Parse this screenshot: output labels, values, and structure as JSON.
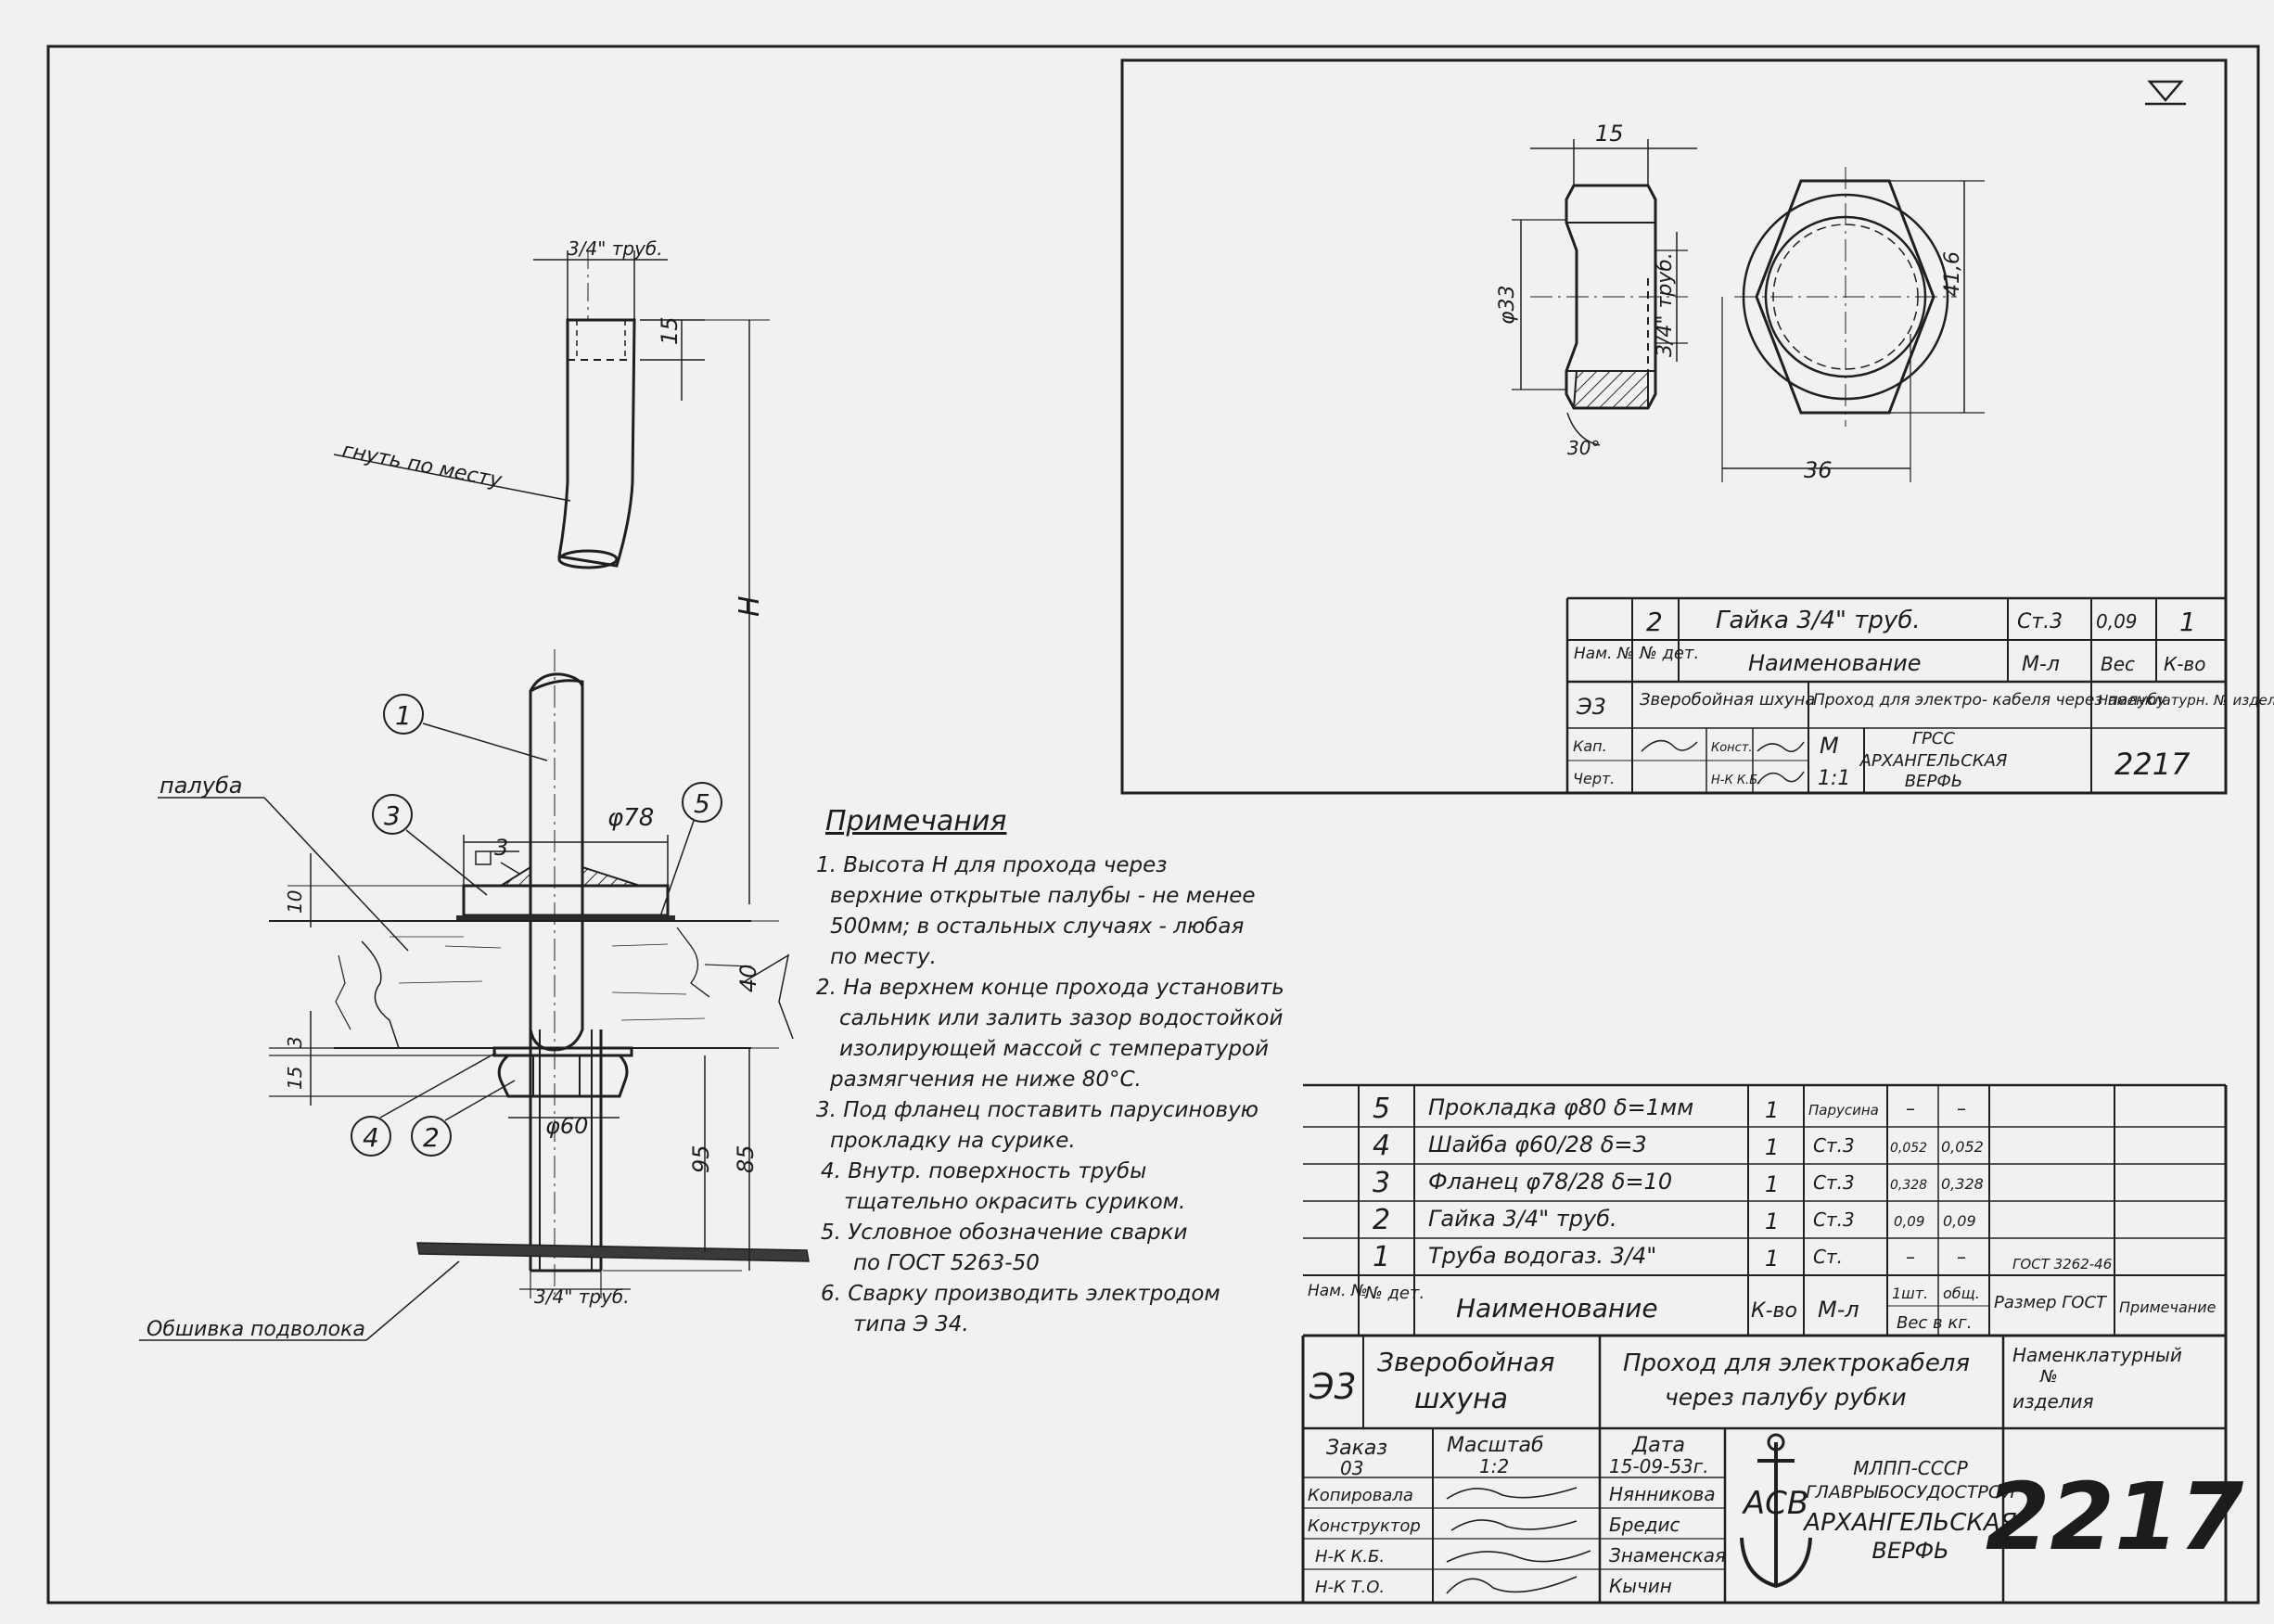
{
  "colors": {
    "paper": "#f1f1ef",
    "ink": "#1f1f1f",
    "pencil": "#3a3a3a"
  },
  "assembly": {
    "dims": {
      "pipe_top": "3/4\" труб.",
      "pipe_bottom": "3/4\" труб.",
      "thread_len": "15",
      "height": "H",
      "flange_dia": "φ78",
      "nut_dia": "φ60",
      "weld": "3",
      "deck_thk": "10",
      "deck_gap": "40",
      "washer": "3",
      "nut_h": "15",
      "dim95": "95",
      "dim85": "85"
    },
    "labels": {
      "bend": "гнуть по месту",
      "deck": "палуба",
      "ceiling": "Обшивка подволока"
    },
    "callouts": [
      "1",
      "2",
      "3",
      "4",
      "5"
    ]
  },
  "notes": {
    "title": "Примечания",
    "lines": [
      "1. Высота  Н для прохода через",
      "верхние открытые палубы - не менее",
      "500мм; в остальных случаях - любая",
      "по месту.",
      "2. На верхнем конце прохода установить",
      "сальник или залить зазор водостойкой",
      "изолирующей массой с температурой",
      "размягчения не ниже 80°С.",
      "3. Под фланец поставить парусиновую",
      "прокладку на сурике.",
      "4. Внутр. поверхность трубы",
      "тщательно окрасить суриком.",
      "5. Условное обозначение сварки",
      "по ГОСТ  5263-50",
      "6. Сварку производить электродом",
      "типа  Э 34."
    ]
  },
  "nut_detail": {
    "dims": {
      "width": "15",
      "thread": "3/4\" труб.",
      "dia": "φ33",
      "chamfer": "30°",
      "across_corners": "41,6",
      "across_flats": "36"
    },
    "surface_mark": "∇",
    "table": {
      "row": {
        "num": "2",
        "name": "Гайка  3/4\" труб.",
        "material": "Ст.3",
        "weight": "0,09",
        "qty": "1"
      },
      "head": {
        "num": "Нам. №",
        "det": "№ дет.",
        "name": "Наименование",
        "material": "М-л",
        "weight": "Вес",
        "qty": "К-во"
      },
      "ship": "Э3",
      "ship_name": "Зверобойная шхуна",
      "title": "Проход для электро- кабеля через палубу",
      "nomencl": "Наменклатурн. № изделия",
      "roles": [
        "Кап.",
        "Черт."
      ],
      "roles2": [
        "Конст.",
        "Н-К К.Б."
      ],
      "m_label": "М",
      "scale": "1:1",
      "org": [
        "ГРСС",
        "АРХАНГЕЛЬСКАЯ",
        "ВЕРФЬ"
      ],
      "number": "2217"
    }
  },
  "spec": {
    "rows": [
      {
        "pos": "5",
        "name": "Прокладка φ80  δ=1мм",
        "qty": "1",
        "material": "Парусина",
        "w1": "–",
        "w2": "–",
        "note": ""
      },
      {
        "pos": "4",
        "name": "Шайба      φ60/28  δ=3",
        "qty": "1",
        "material": "Ст.3",
        "w1": "0,052",
        "w2": "0,052",
        "note": ""
      },
      {
        "pos": "3",
        "name": "Фланец    φ78/28  δ=10",
        "qty": "1",
        "material": "Ст.3",
        "w1": "0,328",
        "w2": "0,328",
        "note": ""
      },
      {
        "pos": "2",
        "name": "Гайка   3/4\" труб.",
        "qty": "1",
        "material": "Ст.3",
        "w1": "0,09",
        "w2": "0,09",
        "note": ""
      },
      {
        "pos": "1",
        "name": "Труба водогаз. 3/4\"",
        "qty": "1",
        "material": "Ст.",
        "w1": "–",
        "w2": "–",
        "note": "ГОСТ 3262-46"
      }
    ],
    "head": {
      "num": "Нам. №",
      "det": "№ дет.",
      "name": "Наименование",
      "qty": "К-во",
      "material": "М-л",
      "w1": "1шт.",
      "w2": "общ.",
      "wlabel": "Вес в кг.",
      "size": "Размер ГОСТ",
      "note": "Примечание"
    }
  },
  "title_block": {
    "ship": "Э3",
    "ship_name_1": "Зверобойная",
    "ship_name_2": "шхуна",
    "title_1": "Проход для электрокабеля",
    "title_2": "через   палубу рубки",
    "nomencl_1": "Наменклатурный",
    "nomencl_2": "№",
    "nomencl_3": "изделия",
    "order_label": "Заказ",
    "order_val": "03",
    "scale_label": "Масштаб",
    "scale_val": "1:2",
    "date_label": "Дата",
    "date_val": "15-09-53г.",
    "roles": [
      "Копировала",
      "Конструктор",
      "Н-К К.Б.",
      "Н-К Т.О."
    ],
    "names": [
      "Нянникова",
      "Бредис",
      "Знаменская",
      "Кычин"
    ],
    "org": [
      "МЛПП-СССР",
      "ГЛАВРЫБОСУДОСТРОЙ",
      "АРХАНГЕЛЬСКАЯ",
      "ВЕРФЬ"
    ],
    "logo": "АСВ",
    "number": "2217"
  }
}
